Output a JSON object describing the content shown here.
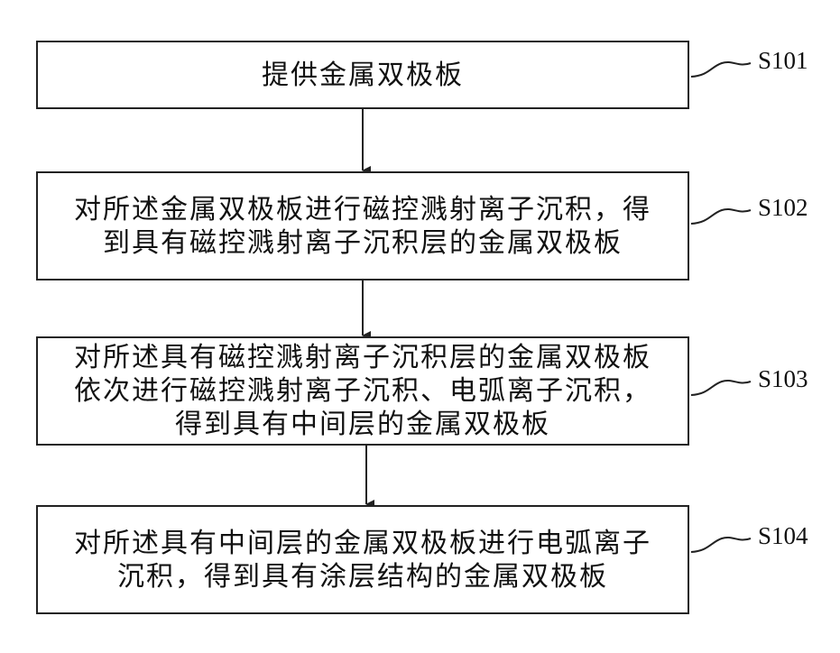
{
  "flowchart": {
    "steps": [
      {
        "label": "S101",
        "text": "提供金属双极板"
      },
      {
        "label": "S102",
        "text": "对所述金属双极板进行磁控溅射离子沉积，得\n到具有磁控溅射离子沉积层的金属双极板"
      },
      {
        "label": "S103",
        "text": "对所述具有磁控溅射离子沉积层的金属双极板\n依次进行磁控溅射离子沉积、电弧离子沉积，\n得到具有中间层的金属双极板"
      },
      {
        "label": "S104",
        "text": "对所述具有中间层的金属双极板进行电弧离子\n沉积，得到具有涂层结构的金属双极板"
      }
    ]
  }
}
